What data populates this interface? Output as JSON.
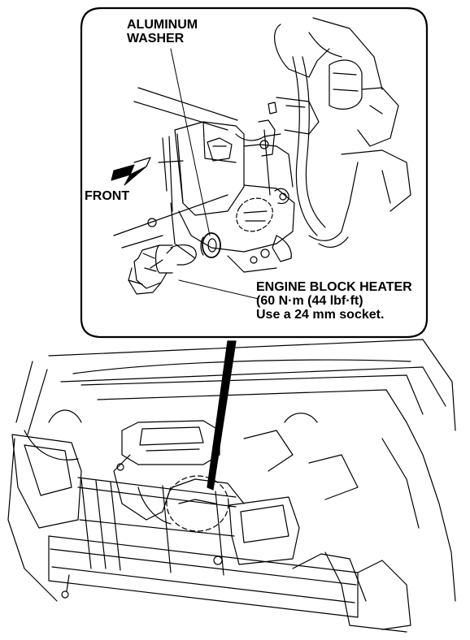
{
  "labels": {
    "washer": [
      "ALUMINUM",
      "WASHER"
    ],
    "front": "FRONT",
    "heater": [
      "ENGINE BLOCK HEATER",
      "(60 N·m (44 lbf·ft)",
      "Use a 24 mm socket."
    ]
  },
  "colors": {
    "ink": "#000000",
    "paper": "#ffffff"
  }
}
